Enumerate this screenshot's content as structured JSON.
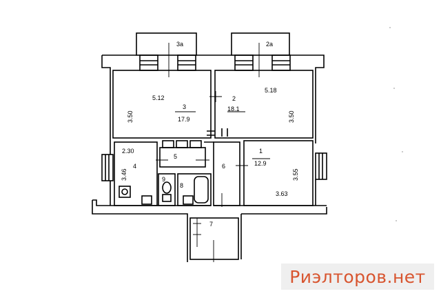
{
  "plan": {
    "balconies": {
      "b3a": {
        "label": "3а"
      },
      "b2a": {
        "label": "2а"
      }
    },
    "rooms": {
      "r3": {
        "number": "3",
        "area": "17.9",
        "width": "5.12",
        "depth": "3.50"
      },
      "r2": {
        "number": "2",
        "area": "18.1",
        "width": "5.18",
        "depth": "3.50"
      },
      "r1": {
        "number": "1",
        "area": "12.9",
        "width": "3.63",
        "depth": "3.55"
      },
      "r4": {
        "number": "4",
        "width": "2.30",
        "depth": "3.46"
      },
      "r5": {
        "number": "5"
      },
      "r6": {
        "number": "6"
      },
      "r7": {
        "number": "7"
      },
      "r8": {
        "number": "8"
      },
      "r9": {
        "number": "9"
      }
    }
  },
  "watermark": {
    "text": "Риэлторов.нет"
  }
}
